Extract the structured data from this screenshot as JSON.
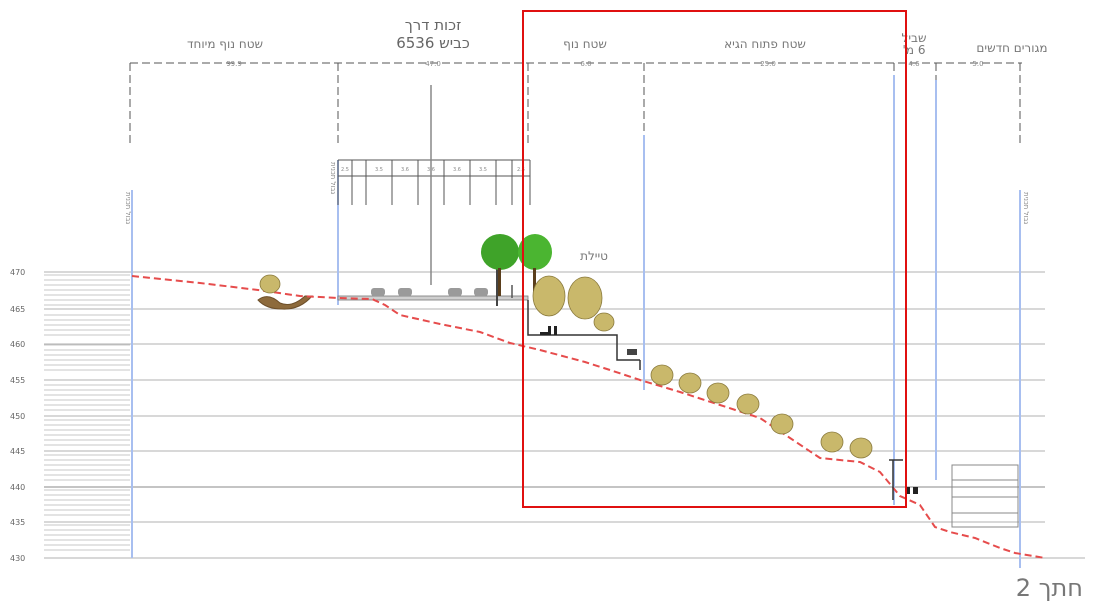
{
  "zones": [
    {
      "id": "open-area-residential",
      "label": "שטח נוף מיוחד"
    },
    {
      "id": "road-rights",
      "label": "זכות דרך"
    },
    {
      "id": "road-name",
      "label": "כביש 6536"
    },
    {
      "id": "open-area",
      "label": "שטח נוף"
    },
    {
      "id": "river-landscape",
      "label": "שטח פתוח הגיא"
    },
    {
      "id": "path",
      "label": "שביל"
    },
    {
      "id": "path-width",
      "label": "6 מ'"
    },
    {
      "id": "new-residential",
      "label": "מגורים חדשים"
    }
  ],
  "dimensions": [
    "99.9",
    "47.0",
    "6.0",
    "25.0",
    "4.6",
    "5.0"
  ],
  "lane_labels": [
    "2.5",
    "3.5",
    "3.6",
    "3.6",
    "3.6",
    "3.5",
    "2.5"
  ],
  "vertical_labels": [
    "גבול תכנית",
    "גבול תכנית",
    "גבול תכנית"
  ],
  "promenade_label": "טיילת",
  "elevations": [
    "470",
    "465",
    "460",
    "455",
    "450",
    "445",
    "440",
    "435",
    "430"
  ],
  "section_title": "חתך 2",
  "colors": {
    "terrain": "#e64c4c",
    "highlight_box": "#e01010",
    "boundary_line": "#a8bff0",
    "grid": "#b0b0b0",
    "tree_canopy": "#c9b86b",
    "tree_green": "#3fa329"
  }
}
